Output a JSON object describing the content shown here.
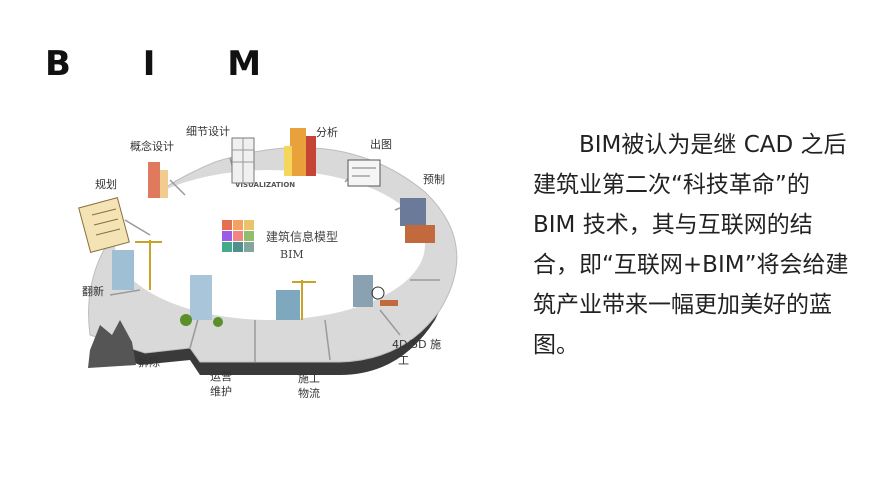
{
  "title": "B I M",
  "body": "BIM被认为是继 CAD 之后建筑业第二次“科技革命”的 BIM 技术，其与互联网的结合，即“互联网+BIM”将会给建筑产业带来一幅更加美好的蓝图。",
  "diagram": {
    "center_title": "建筑信息模型",
    "center_sub": "BIM",
    "ring_label": "VISUALIZATION",
    "stages": {
      "concept": "概念设计",
      "detail": "细节设计",
      "analysis": "分析",
      "drawing": "出图",
      "prefab": "预制",
      "construction_4d5d_a": "4D/5D 施",
      "construction_4d5d_b": "工",
      "logistics_a": "施工",
      "logistics_b": "物流",
      "operations_a": "运营",
      "operations_b": "维护",
      "demolition": "拆除",
      "renovation": "翻新",
      "planning": "规划"
    }
  }
}
